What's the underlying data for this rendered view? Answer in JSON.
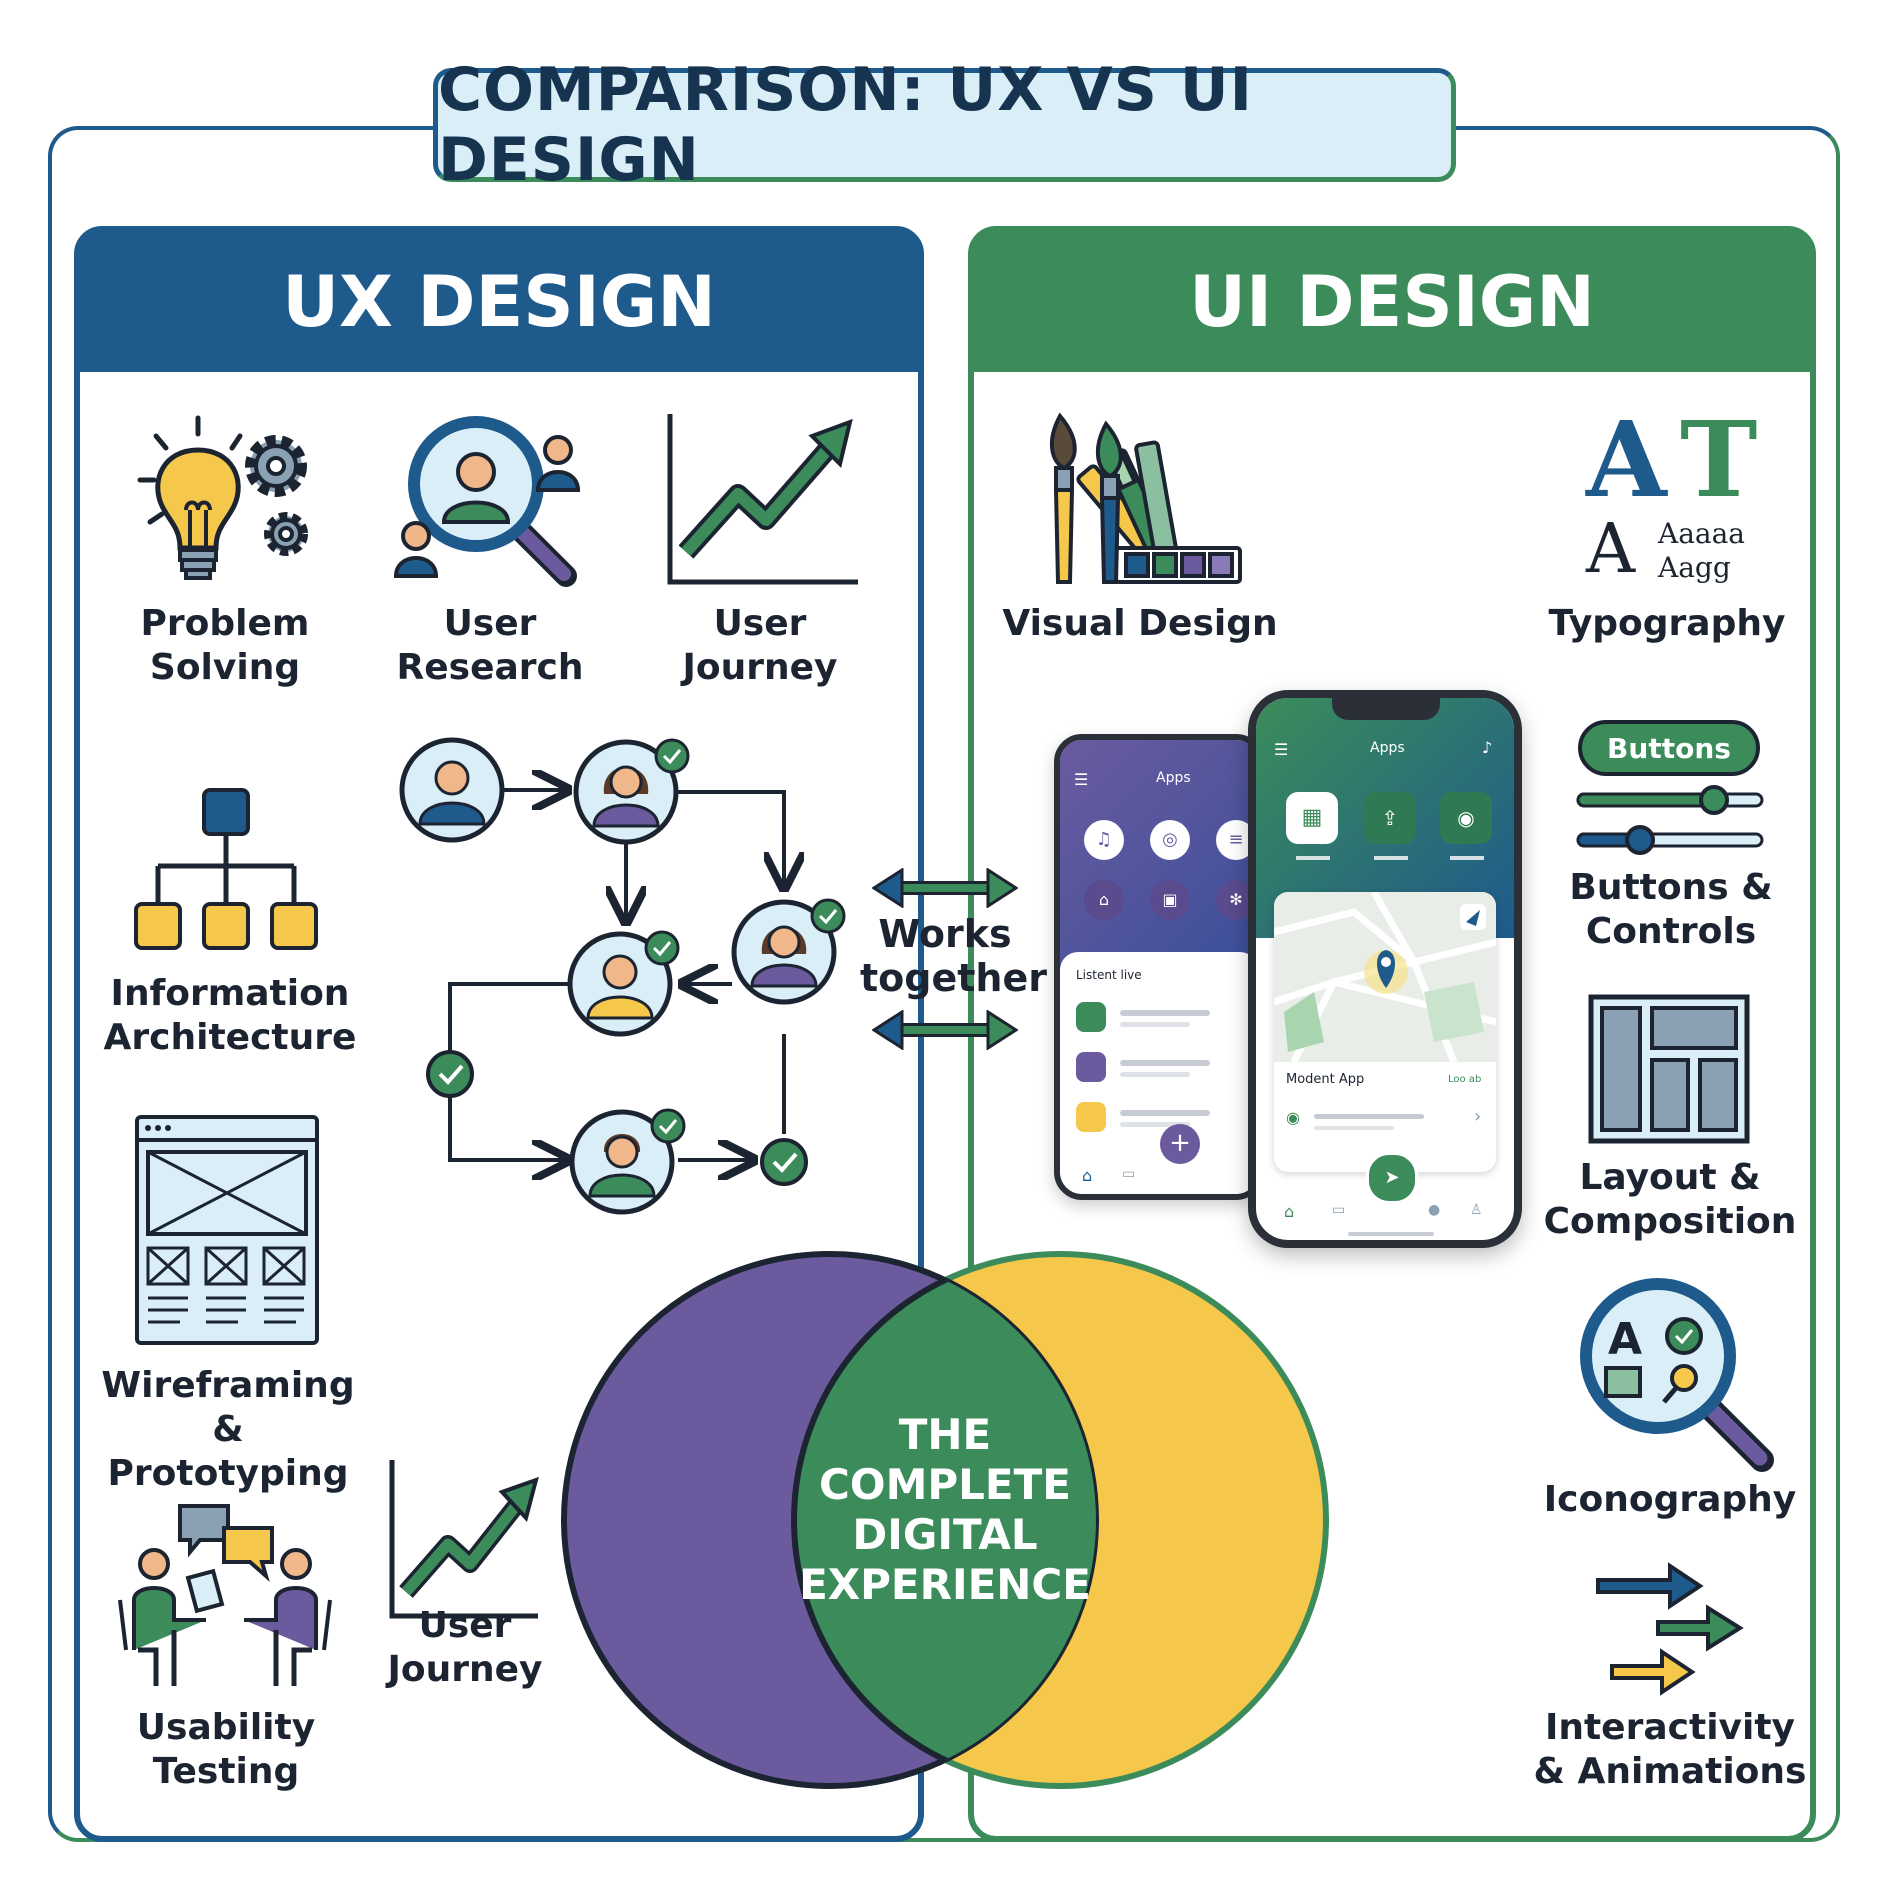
{
  "title": "COMPARISON: UX VS UI DESIGN",
  "ux": {
    "header": "UX DESIGN",
    "items": {
      "problem_solving": "Problem\nSolving",
      "user_research": "User\nResearch",
      "user_journey_top": "User Journey",
      "information_architecture": "Information\nArchitecture",
      "wireframing": "Wireframing\n& Prototyping",
      "usability_testing": "Usability\nTesting",
      "user_journey_bottom": "User\nJourney"
    }
  },
  "ui": {
    "header": "UI DESIGN",
    "items": {
      "visual_design": "Visual Design",
      "typography": "Typography",
      "buttons_controls": "Buttons &\nControls",
      "layout_composition": "Layout &\nComposition",
      "iconography": "Iconography",
      "interactivity": "Interactivity\n& Animations"
    },
    "typography_samples": {
      "a1": "A",
      "t": "T",
      "a2": "A",
      "sample1": "Aaaaa",
      "sample2": "Aagg"
    },
    "button_label": "Buttons"
  },
  "center": {
    "works_together": "Works\ntogether",
    "venn_text": "THE\nCOMPLETE\nDIGITAL\nEXPERIENCE"
  },
  "phones": {
    "back": {
      "title": "Apps",
      "list_title": "Listent live"
    },
    "front": {
      "title": "Apps",
      "card_title": "Modent App",
      "card_link": "Loo ab"
    }
  },
  "colors": {
    "ux_blue": "#1e5a8c",
    "ui_green": "#3b8c5a",
    "purple": "#6b5b9e",
    "yellow": "#f5c84b",
    "light_blue": "#d9eef7"
  }
}
